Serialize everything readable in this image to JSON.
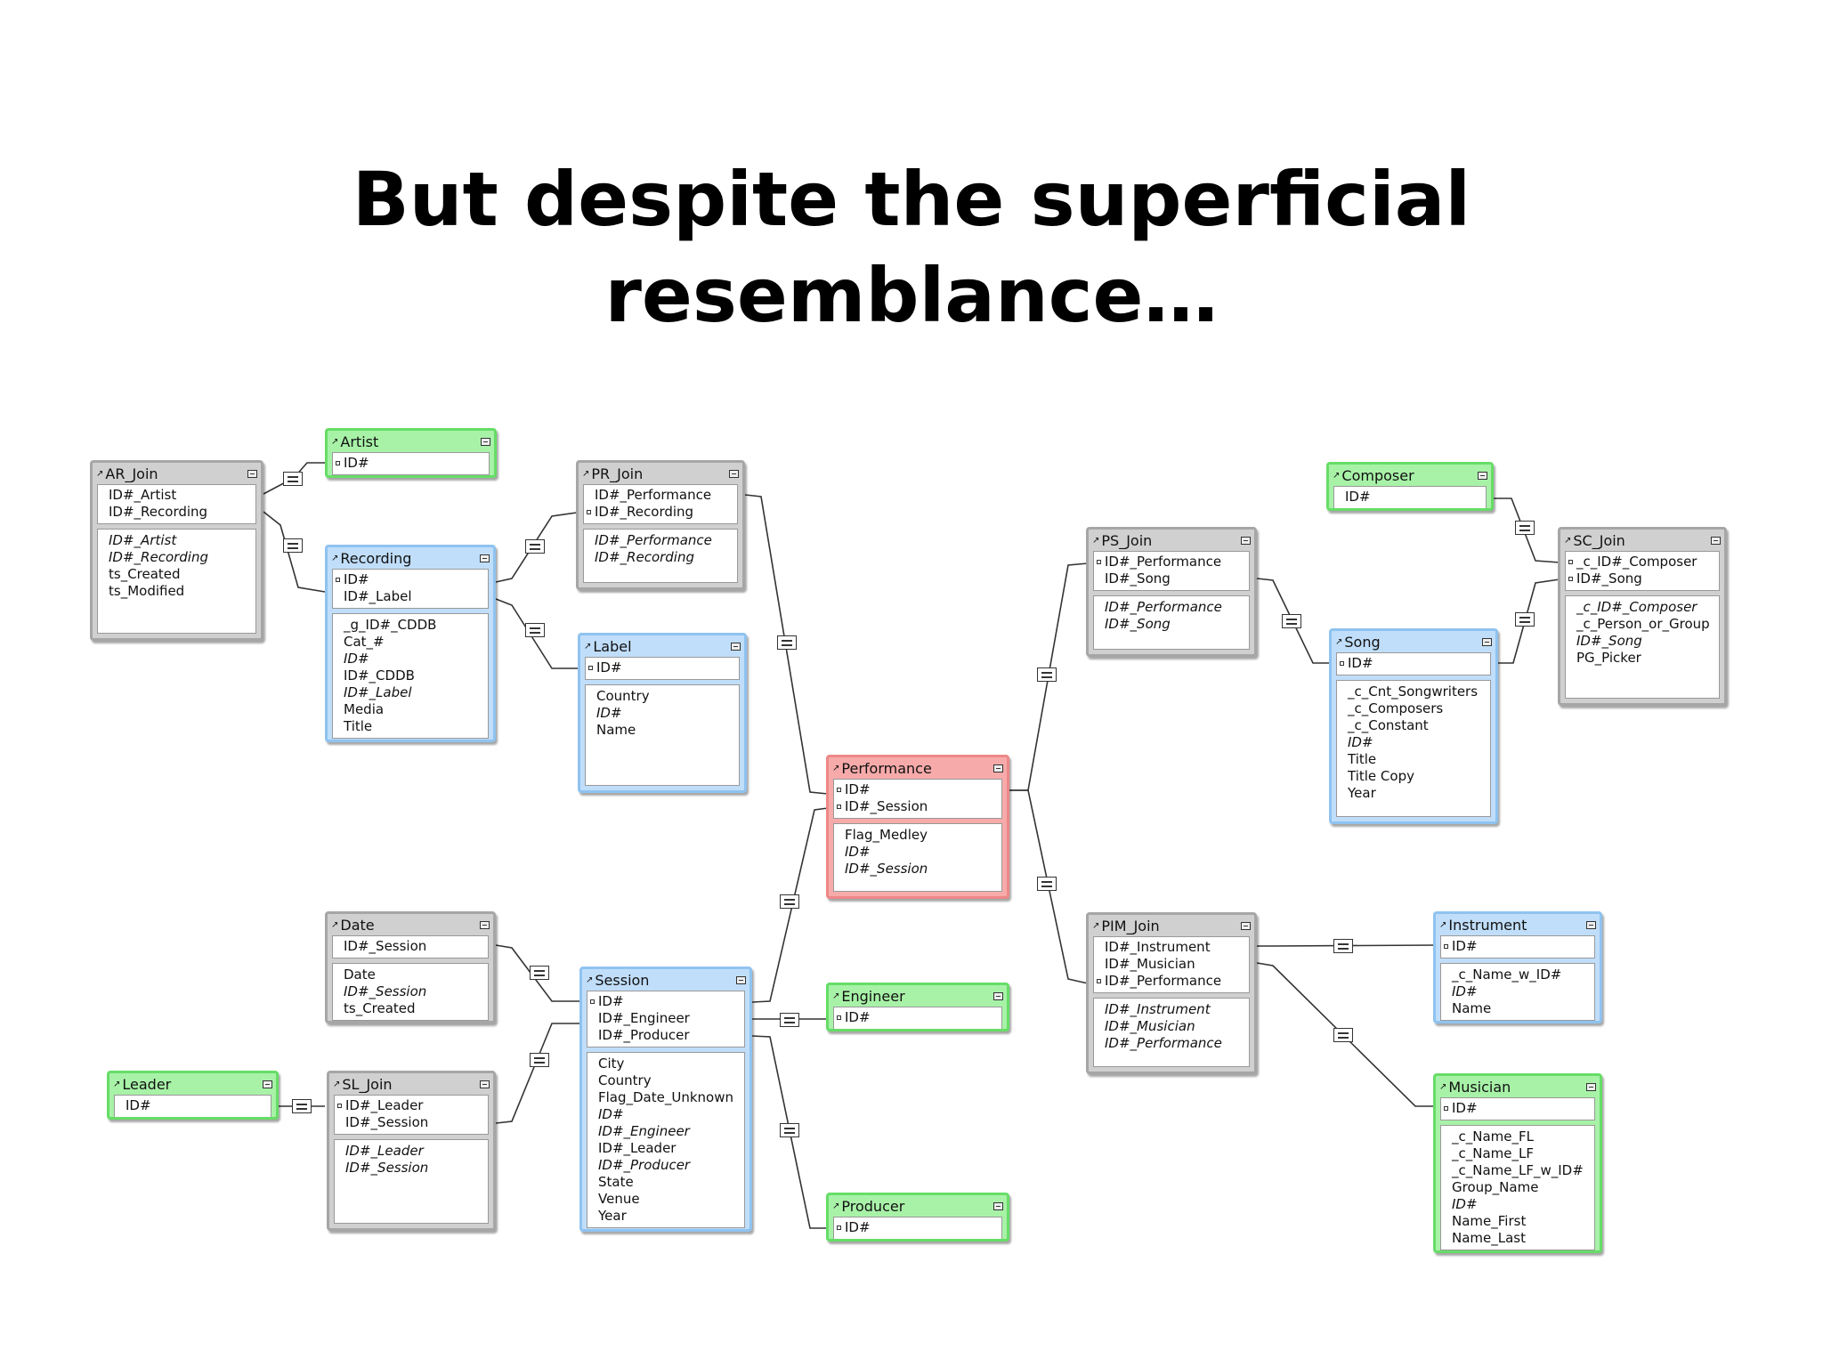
{
  "title": {
    "line1": "But despite the superficial",
    "line2": "resemblance…"
  },
  "colors": {
    "gray": "#d0d0d0",
    "green": "#a8f2a8",
    "blue": "#c0defa",
    "red": "#f7aaaa"
  },
  "icons": {
    "table_arrow": "arrow-icon",
    "collapse": "collapse-icon",
    "relationship": "equals-operator-icon"
  },
  "tables": {
    "ar_join": {
      "name": "AR_Join",
      "keys": [
        "ID#_Artist",
        "ID#_Recording"
      ],
      "others": [
        "ID#_Artist",
        "ID#_Recording",
        "ts_Created",
        "ts_Modified"
      ]
    },
    "artist": {
      "name": "Artist",
      "keys": [
        "ID#"
      ],
      "others": []
    },
    "recording": {
      "name": "Recording",
      "keys": [
        "ID#",
        "ID#_Label"
      ],
      "others": [
        "_g_ID#_CDDB",
        "Cat_#",
        "ID#",
        "ID#_CDDB",
        "ID#_Label",
        "Media",
        "Title"
      ]
    },
    "pr_join": {
      "name": "PR_Join",
      "keys": [
        "ID#_Performance",
        "ID#_Recording"
      ],
      "others": [
        "ID#_Performance",
        "ID#_Recording"
      ]
    },
    "label": {
      "name": "Label",
      "keys": [
        "ID#"
      ],
      "others": [
        "Country",
        "ID#",
        "Name"
      ]
    },
    "performance": {
      "name": "Performance",
      "keys": [
        "ID#",
        "ID#_Session"
      ],
      "others": [
        "Flag_Medley",
        "ID#",
        "ID#_Session"
      ]
    },
    "date": {
      "name": "Date",
      "keys": [
        "ID#_Session"
      ],
      "others": [
        "Date",
        "ID#_Session",
        "ts_Created"
      ]
    },
    "leader": {
      "name": "Leader",
      "keys": [
        "ID#"
      ],
      "others": []
    },
    "sl_join": {
      "name": "SL_Join",
      "keys": [
        "ID#_Leader",
        "ID#_Session"
      ],
      "others": [
        "ID#_Leader",
        "ID#_Session"
      ]
    },
    "session": {
      "name": "Session",
      "keys": [
        "ID#",
        "ID#_Engineer",
        "ID#_Producer"
      ],
      "others": [
        "City",
        "Country",
        "Flag_Date_Unknown",
        "ID#",
        "ID#_Engineer",
        "ID#_Leader",
        "ID#_Producer",
        "State",
        "Venue",
        "Year"
      ]
    },
    "engineer": {
      "name": "Engineer",
      "keys": [
        "ID#"
      ],
      "others": []
    },
    "producer": {
      "name": "Producer",
      "keys": [
        "ID#"
      ],
      "others": []
    },
    "ps_join": {
      "name": "PS_Join",
      "keys": [
        "ID#_Performance",
        "ID#_Song"
      ],
      "others": [
        "ID#_Performance",
        "ID#_Song"
      ]
    },
    "composer": {
      "name": "Composer",
      "keys": [
        "ID#"
      ],
      "others": []
    },
    "sc_join": {
      "name": "SC_Join",
      "keys": [
        "_c_ID#_Composer",
        "ID#_Song"
      ],
      "others": [
        "_c_ID#_Composer",
        "_c_Person_or_Group",
        "ID#_Song",
        "PG_Picker"
      ]
    },
    "song": {
      "name": "Song",
      "keys": [
        "ID#"
      ],
      "others": [
        "_c_Cnt_Songwriters",
        "_c_Composers",
        "_c_Constant",
        "ID#",
        "Title",
        "Title Copy",
        "Year"
      ]
    },
    "pim_join": {
      "name": "PIM_Join",
      "keys": [
        "ID#_Instrument",
        "ID#_Musician",
        "ID#_Performance"
      ],
      "others": [
        "ID#_Instrument",
        "ID#_Musician",
        "ID#_Performance"
      ]
    },
    "instrument": {
      "name": "Instrument",
      "keys": [
        "ID#"
      ],
      "others": [
        "_c_Name_w_ID#",
        "ID#",
        "Name"
      ]
    },
    "musician": {
      "name": "Musician",
      "keys": [
        "ID#"
      ],
      "others": [
        "_c_Name_FL",
        "_c_Name_LF",
        "_c_Name_LF_w_ID#",
        "Group_Name",
        "ID#",
        "Name_First",
        "Name_Last"
      ]
    }
  }
}
